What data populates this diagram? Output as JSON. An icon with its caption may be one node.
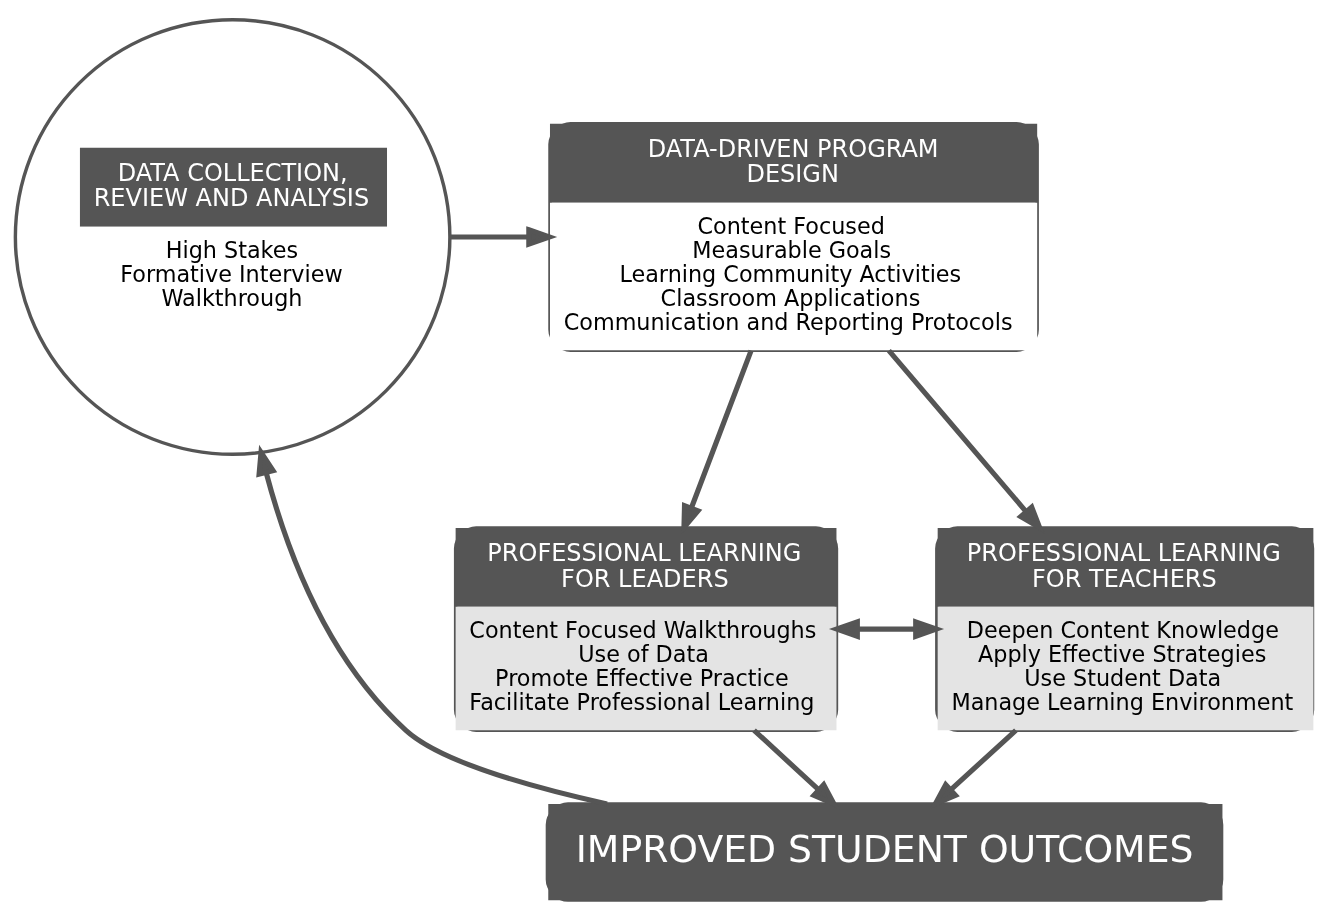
{
  "diagram": {
    "nodes": [
      {
        "text": [
          "DATA COLLECTION, REVIEW AND ANALYSIS",
          "High Stakes",
          "Formative Interview",
          "Walkthrough"
        ]
      },
      {
        "text": [
          "DATA-DRIVEN PROGRAM DESIGN",
          "Content Focused",
          "Measurable Goals",
          "Learning Community Activities",
          "Classroom Applications",
          "Communication and Reporting Protocols"
        ]
      },
      {
        "text": [
          "PROFESSIONAL LEARNING FOR LEADERS",
          "Content Focused Walkthroughs",
          "Use of Data",
          "Promote Effective Practice",
          "Facilitate Professional Learning"
        ]
      },
      {
        "text": [
          "PROFESSIONAL LEARNING FOR TEACHERS",
          "Deepen Content Knowledge",
          "Apply Effective Strategies",
          "Use Student Data",
          "Manage Learning Environment"
        ]
      },
      {
        "text": [
          "IMPROVED STUDENT OUTCOMES"
        ]
      }
    ],
    "edges": [
      {
        "from": 0,
        "to": 1,
        "arrow": "to"
      },
      {
        "from": 1,
        "to": 2,
        "arrow": "to"
      },
      {
        "from": 1,
        "to": 3,
        "arrow": "to"
      },
      {
        "from": 2,
        "to": 3,
        "arrow": "both"
      },
      {
        "from": 2,
        "to": 4,
        "arrow": "to"
      },
      {
        "from": 3,
        "to": 4,
        "arrow": "to"
      },
      {
        "from": 4,
        "to": 0,
        "arrow": "to"
      }
    ]
  }
}
